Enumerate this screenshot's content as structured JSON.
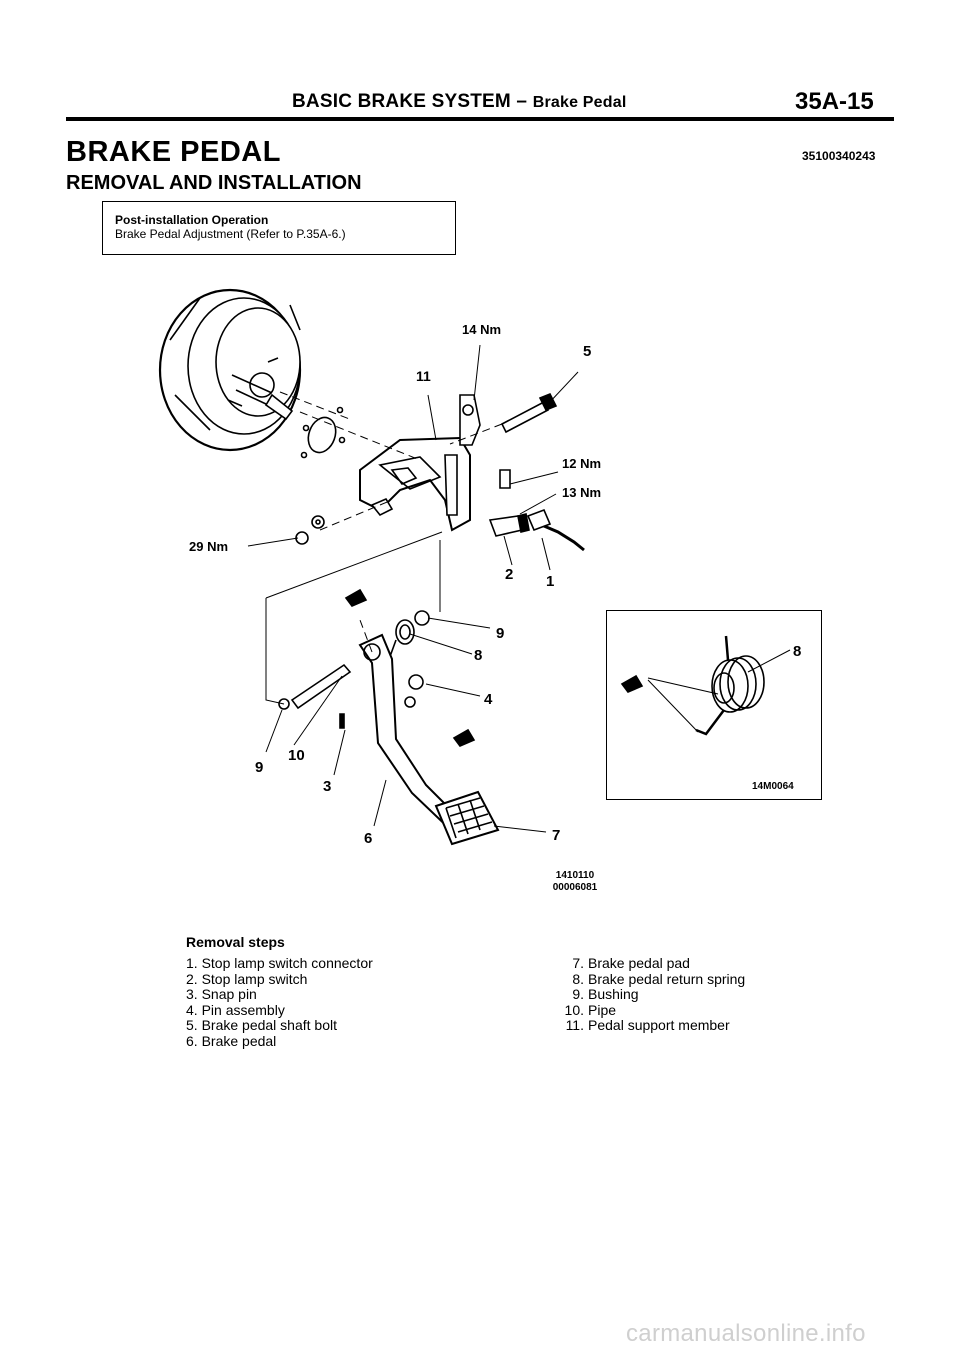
{
  "header": {
    "title_main": "BASIC BRAKE SYSTEM –",
    "title_sub": "Brake Pedal",
    "page_number": "35A-15"
  },
  "section": {
    "title": "BRAKE PEDAL",
    "code": "35100340243",
    "subtitle": "REMOVAL AND INSTALLATION"
  },
  "note": {
    "title": "Post-installation Operation",
    "text": "Brake Pedal Adjustment (Refer to P.35A-6.)"
  },
  "diagram": {
    "labels": {
      "torque_14": "14 Nm",
      "torque_12": "12 Nm",
      "torque_13": "13 Nm",
      "torque_29": "29 Nm",
      "n11": "11",
      "n5": "5",
      "n2": "2",
      "n1": "1",
      "n9a": "9",
      "n8": "8",
      "n4": "4",
      "n9b": "9",
      "n10": "10",
      "n3": "3",
      "n6": "6",
      "n7": "7",
      "inset_n8": "8",
      "inset_code": "14M0064"
    },
    "figure_ids": [
      "1410110",
      "00006081"
    ]
  },
  "removal": {
    "heading": "Removal steps",
    "left_steps": [
      {
        "num": "1.",
        "text": "Stop lamp switch connector"
      },
      {
        "num": "2.",
        "text": "Stop lamp switch"
      },
      {
        "num": "3.",
        "text": "Snap pin"
      },
      {
        "num": "4.",
        "text": "Pin assembly"
      },
      {
        "num": "5.",
        "text": "Brake pedal shaft bolt"
      },
      {
        "num": "6.",
        "text": "Brake pedal"
      }
    ],
    "right_steps": [
      {
        "num": "7.",
        "text": "Brake pedal pad"
      },
      {
        "num": "8.",
        "text": "Brake pedal return spring"
      },
      {
        "num": "9.",
        "text": "Bushing"
      },
      {
        "num": "10.",
        "text": "Pipe"
      },
      {
        "num": "11.",
        "text": "Pedal support member"
      }
    ]
  },
  "watermark": "carmanualsonline.info"
}
